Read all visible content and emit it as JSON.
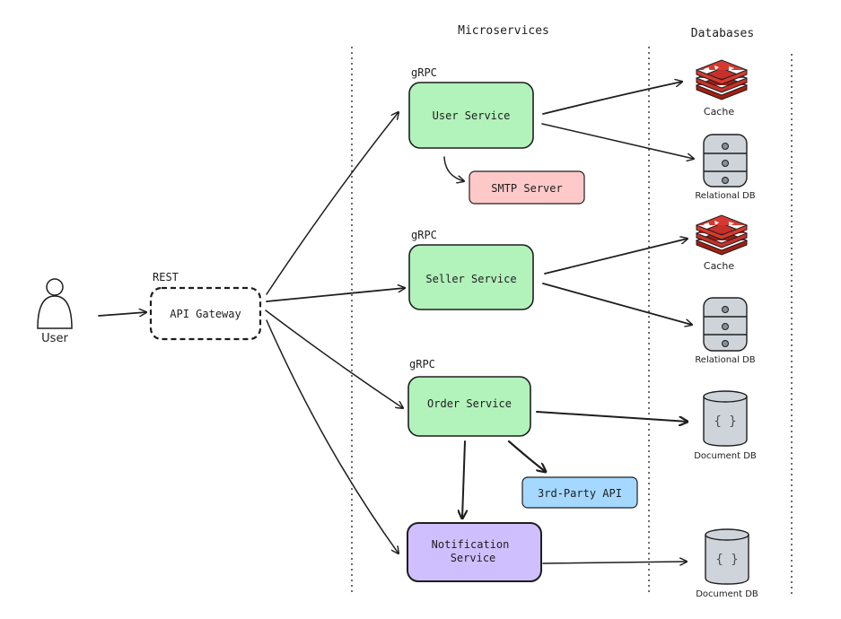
{
  "sections": {
    "microservices": "Microservices",
    "databases": "Databases"
  },
  "user": {
    "label": "User"
  },
  "gateway": {
    "protocol": "REST",
    "label": "API Gateway"
  },
  "services": {
    "user": {
      "protocol": "gRPC",
      "label": "User Service",
      "color": "#b2f2bb"
    },
    "seller": {
      "protocol": "gRPC",
      "label": "Seller Service",
      "color": "#b2f2bb"
    },
    "order": {
      "protocol": "gRPC",
      "label": "Order Service",
      "color": "#b2f2bb"
    },
    "notification": {
      "label_line1": "Notification",
      "label_line2": "Service",
      "color": "#d0bfff"
    }
  },
  "externals": {
    "smtp": {
      "label": "SMTP Server",
      "color": "#ffc9c9"
    },
    "third_party": {
      "label": "3rd-Party API",
      "color": "#a5d8ff"
    }
  },
  "databases": {
    "user_cache": {
      "label": "Cache",
      "icon": "redis-cache-icon"
    },
    "user_db": {
      "label": "Relational DB",
      "icon": "relational-db-icon"
    },
    "seller_cache": {
      "label": "Cache",
      "icon": "redis-cache-icon"
    },
    "seller_db": {
      "label": "Relational DB",
      "icon": "relational-db-icon"
    },
    "order_db": {
      "label": "Document DB",
      "icon": "document-db-icon",
      "glyph": "{ }"
    },
    "notification_db": {
      "label": "Document DB",
      "icon": "document-db-icon",
      "glyph": "{ }"
    }
  },
  "colors": {
    "stroke": "#1e1e1e",
    "cache_red": "#d63a2f",
    "db_gray": "#ced4da"
  }
}
